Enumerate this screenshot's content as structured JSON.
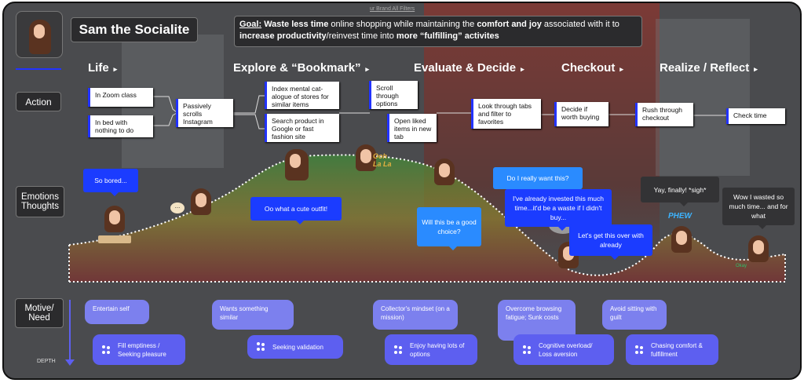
{
  "persona": {
    "name": "Sam the Socialite"
  },
  "goal": {
    "label": "Goal:",
    "text_parts": [
      "Waste less time",
      "online shopping while maintaining the",
      "comfort and joy",
      "associated with it to",
      "increase productivity",
      "/reinvest time into",
      "more “fulfilling” activites"
    ]
  },
  "background_text": {
    "filters": "ur  Brand  All Filters"
  },
  "stages": [
    "Life",
    "Explore & “Bookmark”",
    "Evaluate & Decide",
    "Checkout",
    "Realize / Reflect"
  ],
  "rows": {
    "action": "Action",
    "emotions": "Emotions\nThoughts",
    "motive": "Motive/\nNeed",
    "depth": "DEPTH"
  },
  "actions": [
    "In Zoom class",
    "In bed with nothing to do",
    "Passively scrolls Instagram",
    "Index mental cat-alogue of stores for similar items",
    "Search product in Google or fast fashion site",
    "Scroll through options",
    "Open liked items in new tab",
    "Look through tabs and filter to favorites",
    "Decide if worth buying",
    "Rush through checkout",
    "Check time"
  ],
  "thoughts": [
    "So bored...",
    "Oo what a cute outfit!",
    "Will this be a good choice?",
    "Do I really want this?",
    "I've already invested this much time...it'd be a waste if I didn't buy...",
    "Let's get this over with already",
    "Yay, finally! *sigh*",
    "Wow I wasted so much time... and for what"
  ],
  "stickers": [
    "...",
    "Ooh La La",
    "PHEW",
    "Okay"
  ],
  "motives": [
    "Entertain self",
    "Wants something similar",
    "Collector's mindset (on a mission)",
    "Overcome browsing fatigue; Sunk costs",
    "Avoid sitting with guilt"
  ],
  "needs": [
    "Fill emptiness / Seeking pleasure",
    "Seeking validation",
    "Enjoy having lots of options",
    "Cognitive overload/ Loss aversion",
    "Chasing comfort & fulfillment"
  ],
  "colors": {
    "accent": "#1b3cff",
    "motive": "#7c80ee",
    "need": "#5d5ff0"
  }
}
